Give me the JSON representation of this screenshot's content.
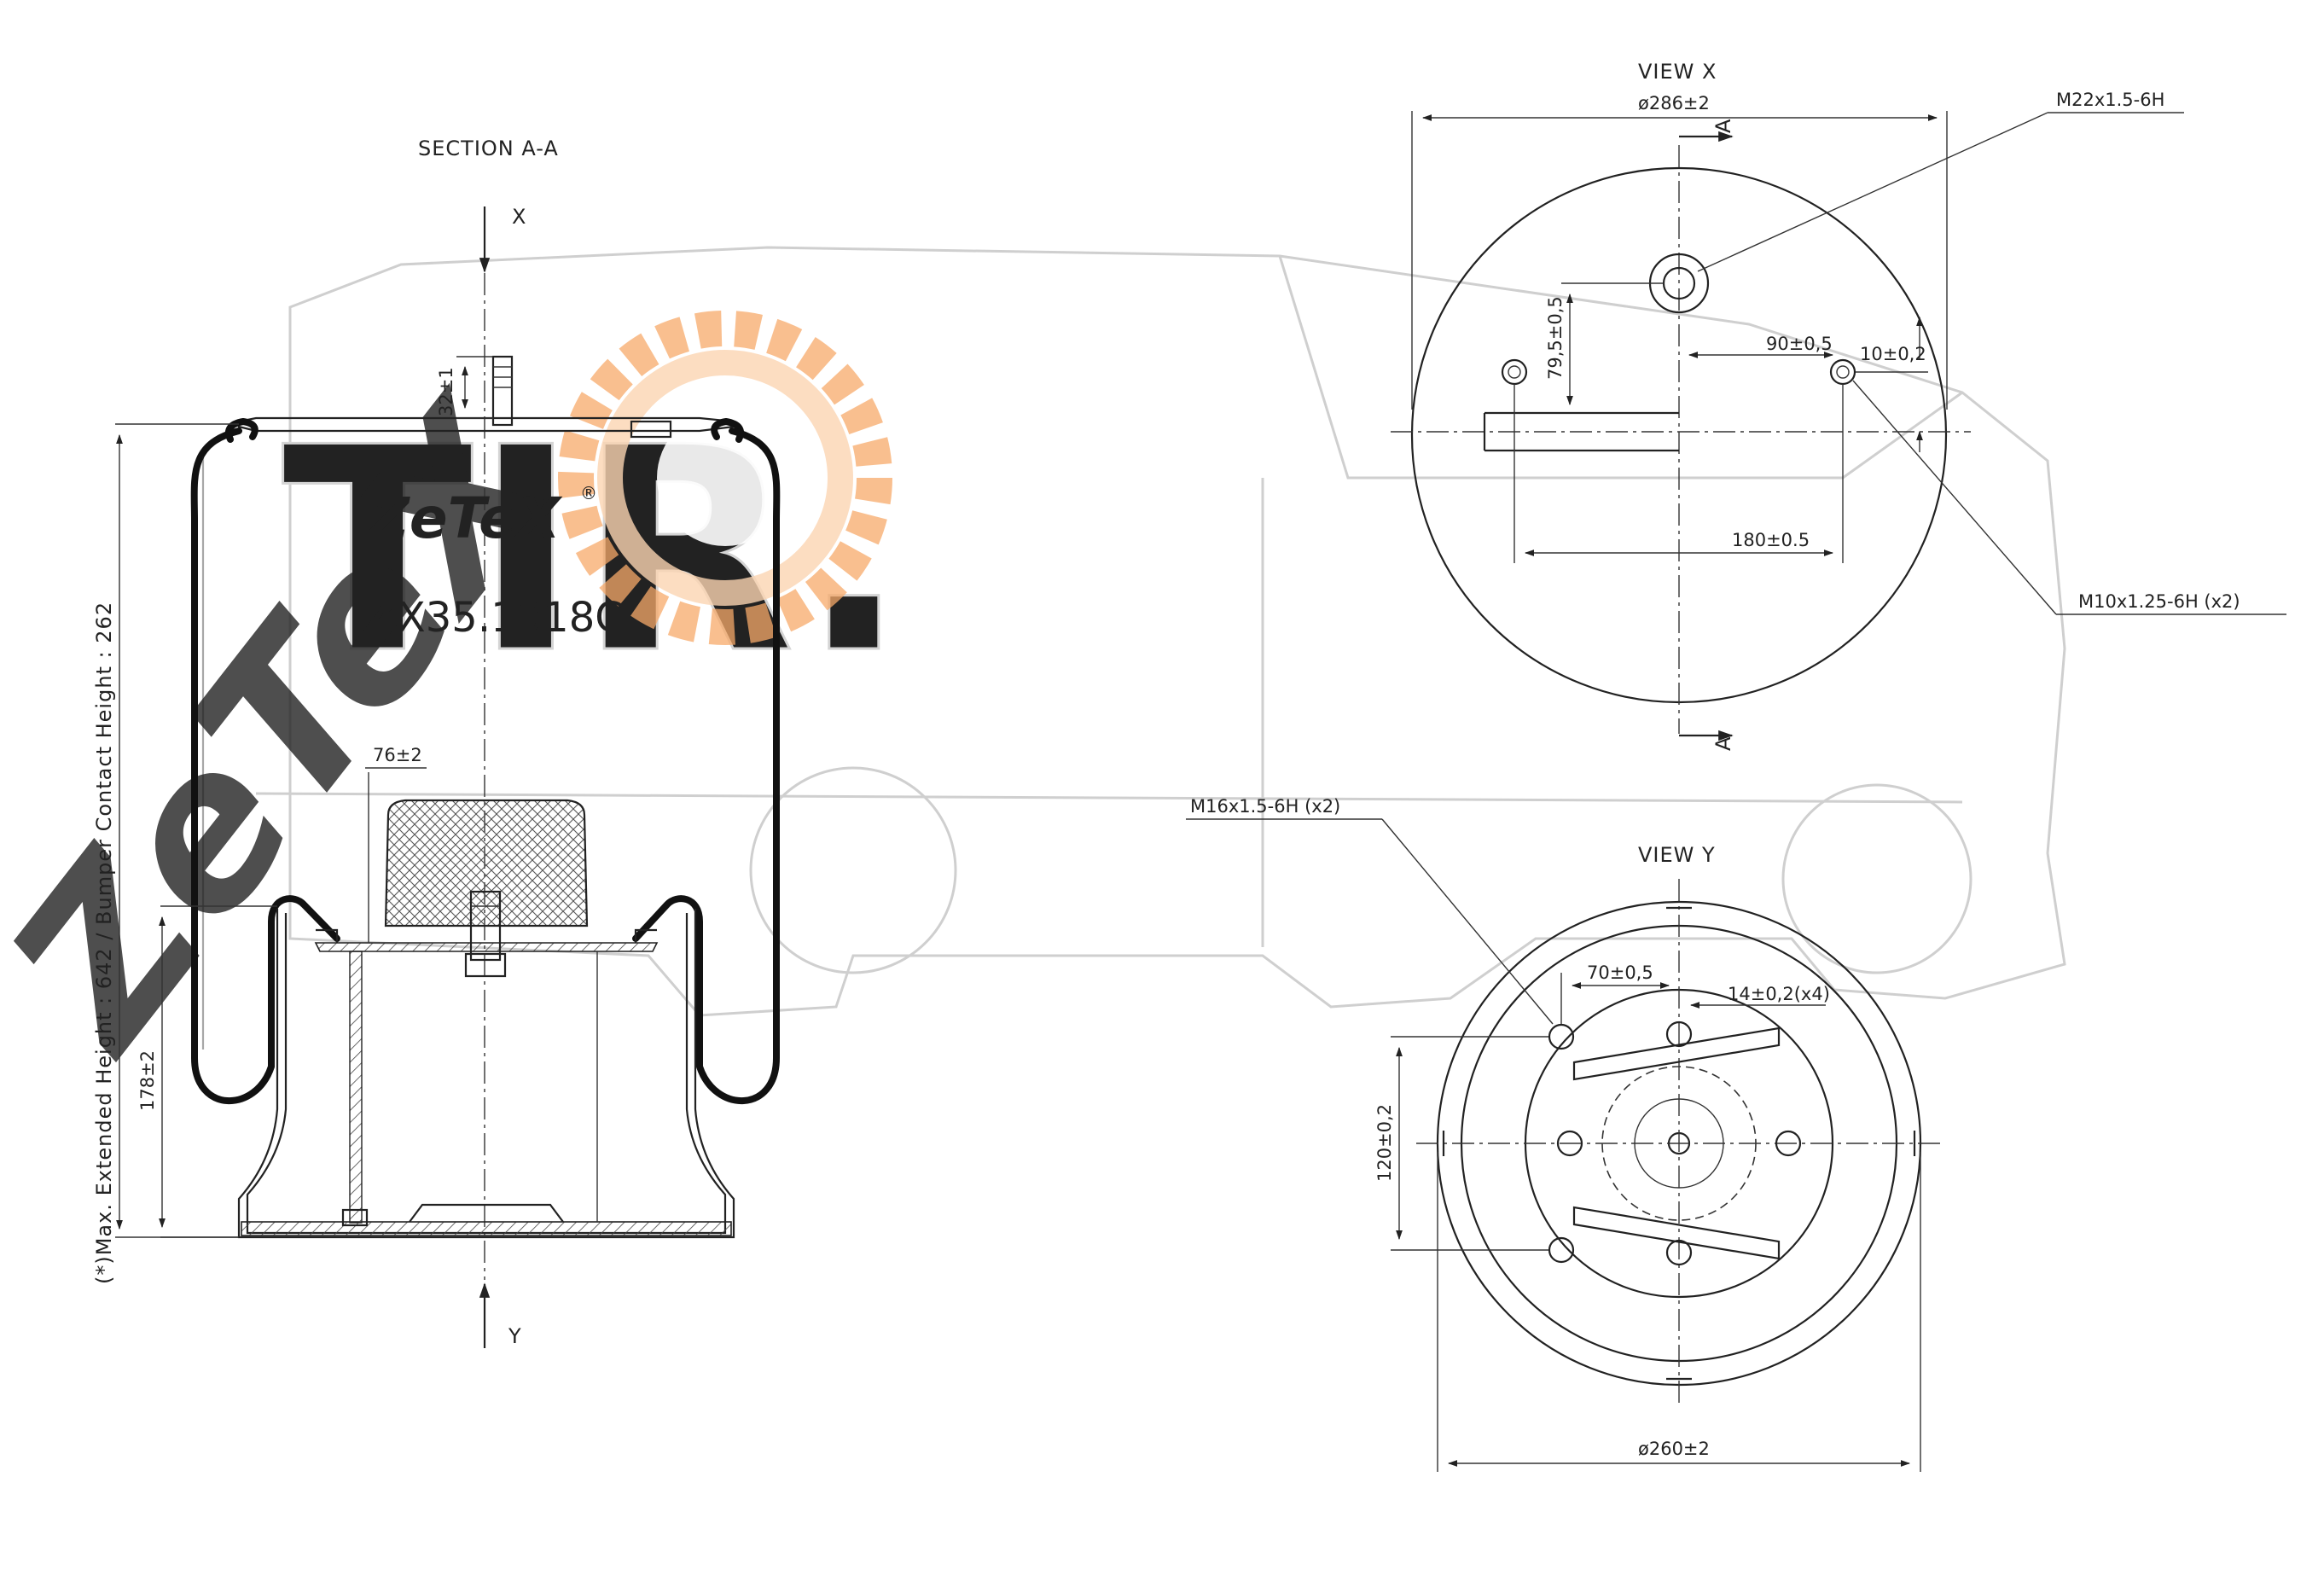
{
  "section_view": {
    "title": "SECTION A-A",
    "arrow_top_label": "X",
    "arrow_bottom_label": "Y",
    "height_note": "(*)Max. Extended Height : 642 / Bumper Contact Height : 262",
    "dim_stud_height": "32±1",
    "dim_bumper_width": "76±2",
    "dim_piston_height": "178±2"
  },
  "brand": {
    "logo_text": "ZeTeX",
    "registered_mark": "®",
    "part_number": "ZX35.1318C",
    "gear_color": "#f7a96a",
    "watermark_color": "#c9c9c9"
  },
  "view_x": {
    "title": "VIEW X",
    "dim_diameter": "ø286±2",
    "thread_air": "M22x1.5-6H",
    "thread_studs": "M10x1.25-6H (x2)",
    "dim_offset_v": "79,5±0,5",
    "dim_offset_h": "90±0,5",
    "dim_stud_offset": "10±0,2",
    "dim_stud_spacing": "180±0.5",
    "section_mark_top": "A",
    "section_mark_bottom": "A"
  },
  "view_y": {
    "title": "VIEW Y",
    "thread_studs": "M16x1.5-6H (x2)",
    "dim_h": "70±0,5",
    "dim_holes": "14±0,2(x4)",
    "dim_v": "120±0,2",
    "dim_diameter": "ø260±2"
  }
}
